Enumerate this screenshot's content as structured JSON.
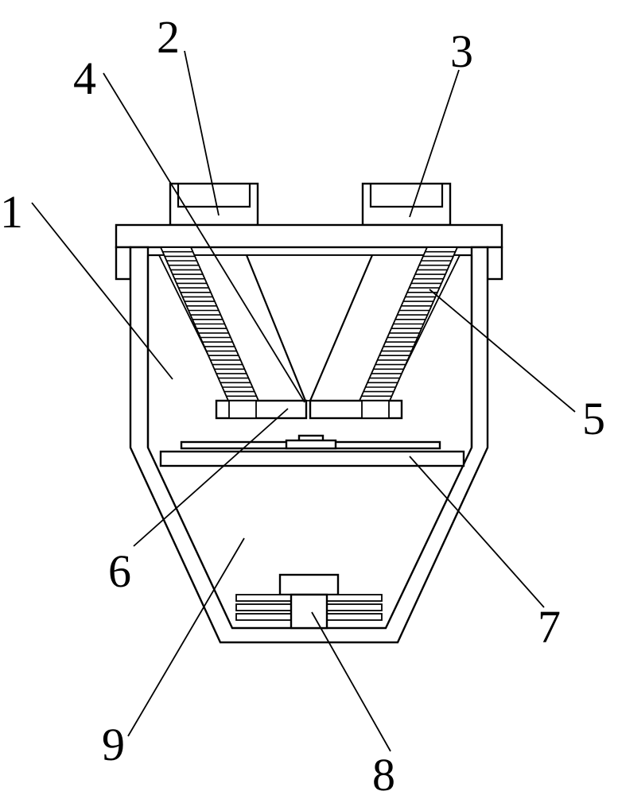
{
  "labels": {
    "n1": "1",
    "n2": "2",
    "n3": "3",
    "n4": "4",
    "n5": "5",
    "n6": "6",
    "n7": "7",
    "n8": "8",
    "n9": "9"
  }
}
